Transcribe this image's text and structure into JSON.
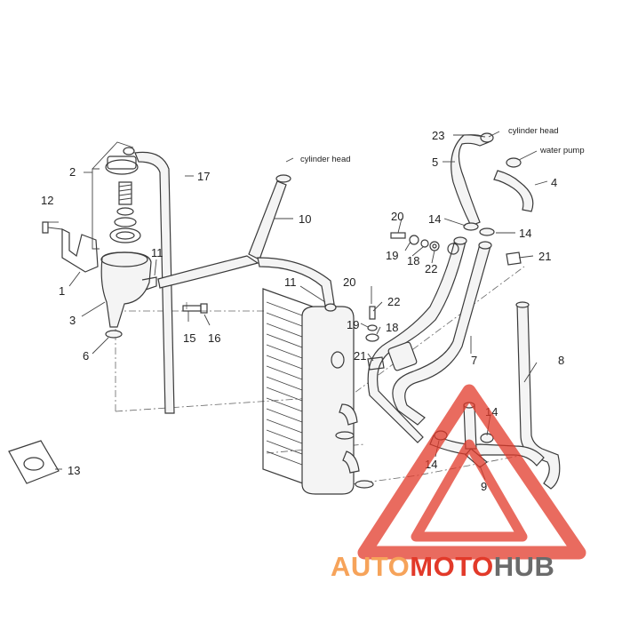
{
  "callouts": [
    {
      "id": "c1",
      "text": "1"
    },
    {
      "id": "c2",
      "text": "2"
    },
    {
      "id": "c3",
      "text": "3"
    },
    {
      "id": "c4",
      "text": "4"
    },
    {
      "id": "c5",
      "text": "5"
    },
    {
      "id": "c6",
      "text": "6"
    },
    {
      "id": "c7",
      "text": "7"
    },
    {
      "id": "c8",
      "text": "8"
    },
    {
      "id": "c9",
      "text": "9"
    },
    {
      "id": "c10",
      "text": "10"
    },
    {
      "id": "c11a",
      "text": "11"
    },
    {
      "id": "c11b",
      "text": "11"
    },
    {
      "id": "c12",
      "text": "12"
    },
    {
      "id": "c13",
      "text": "13"
    },
    {
      "id": "c14a",
      "text": "14"
    },
    {
      "id": "c14b",
      "text": "14"
    },
    {
      "id": "c14c",
      "text": "14"
    },
    {
      "id": "c14d",
      "text": "14"
    },
    {
      "id": "c15",
      "text": "15"
    },
    {
      "id": "c16",
      "text": "16"
    },
    {
      "id": "c17",
      "text": "17"
    },
    {
      "id": "c18a",
      "text": "18"
    },
    {
      "id": "c18b",
      "text": "18"
    },
    {
      "id": "c19a",
      "text": "19"
    },
    {
      "id": "c19b",
      "text": "19"
    },
    {
      "id": "c20a",
      "text": "20"
    },
    {
      "id": "c20b",
      "text": "20"
    },
    {
      "id": "c21a",
      "text": "21"
    },
    {
      "id": "c21b",
      "text": "21"
    },
    {
      "id": "c22a",
      "text": "22"
    },
    {
      "id": "c22b",
      "text": "22"
    },
    {
      "id": "c23",
      "text": "23"
    }
  ],
  "labels": {
    "cylinder_head_1": "cylinder head",
    "cylinder_head_2": "cylinder head",
    "water_pump": "water pump"
  },
  "watermark": {
    "part1": "AUTO",
    "part2": "MOTO",
    "part3": "HUB",
    "color_orange": "#f6a35a",
    "color_red": "#e23a2a",
    "color_gray": "#6b6b6b"
  }
}
